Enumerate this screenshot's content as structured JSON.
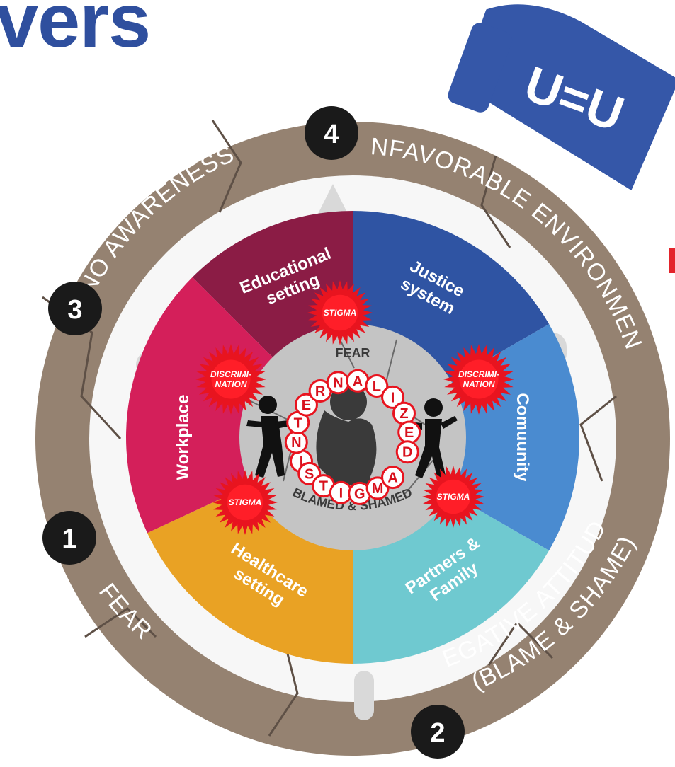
{
  "header": {
    "title": "vers"
  },
  "logo": {
    "text": "U=U"
  },
  "ring": {
    "labels": {
      "fear": "FEAR",
      "negative_attitude": "NEGATIVE ATTITUDE",
      "blame_shame": "(BLAME & SHAME)",
      "no_awareness": "NO AWARENESS",
      "unfavorable_environment": "UNFAVORABLE ENVIRONMENT"
    },
    "markers": [
      "1",
      "2",
      "3",
      "4"
    ]
  },
  "sectors": [
    {
      "id": "educational",
      "line1": "Educational",
      "line2": "setting",
      "color": "#8b1c45"
    },
    {
      "id": "justice",
      "line1": "Justice",
      "line2": "system",
      "color": "#2f54a3"
    },
    {
      "id": "community",
      "line1": "Comuunity",
      "line2": "",
      "color": "#4a8bd0"
    },
    {
      "id": "partners",
      "line1": "Partners &",
      "line2": "Family",
      "color": "#6fc9d0"
    },
    {
      "id": "healthcare",
      "line1": "Healthcare",
      "line2": "setting",
      "color": "#e9a224"
    },
    {
      "id": "workplace",
      "line1": "Workplace",
      "line2": "",
      "color": "#d41f5a"
    }
  ],
  "badges": {
    "stigma": "STIGMA",
    "discrimination_line1": "DISCRIMI-",
    "discrimination_line2": "NATION"
  },
  "center": {
    "fear": "FEAR",
    "blamed_shamed": "BLAMED & SHAMED",
    "internalized": [
      "I",
      "N",
      "T",
      "E",
      "R",
      "N",
      "A",
      "L",
      "I",
      "Z",
      "E",
      "D"
    ],
    "stigma": [
      "S",
      "T",
      "I",
      "G",
      "M",
      "A"
    ]
  },
  "colors": {
    "ring": "#958271",
    "title": "#2f4f9e",
    "logo": "#3557a8",
    "badge": "#e8141f",
    "inner_circle": "#c4c4c4",
    "marker": "#1a1a1a"
  }
}
